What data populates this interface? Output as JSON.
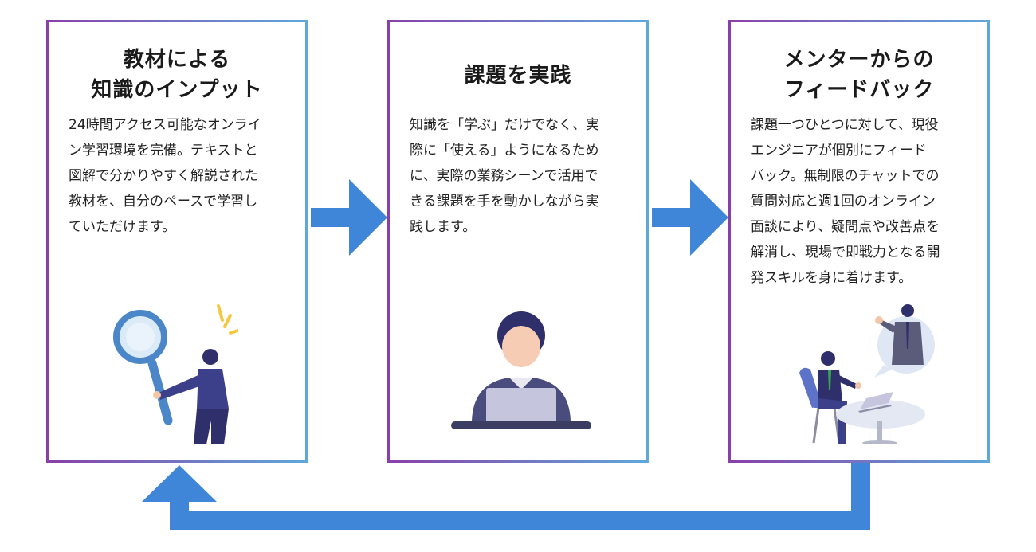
{
  "cards": [
    {
      "title_lines": [
        "教材による",
        "知識のインプット"
      ],
      "body": "24時間アクセス可能なオンライ\nン学習環境を完備。テキストと\n図解で分かりやすく解説された\n教材を、自分のペースで学習し\nていただけます。",
      "illustration": "magnifier-person-illustration"
    },
    {
      "title_lines": [
        "課題を実践"
      ],
      "body": "知識を「学ぶ」だけでなく、実\n際に「使える」ようになるため\nに、実際の業務シーンで活用で\nきる課題を手を動かしながら実\n践します。",
      "illustration": "laptop-person-illustration"
    },
    {
      "title_lines": [
        "メンターからの",
        "フィードバック"
      ],
      "body": "課題一つひとつに対して、現役\nエンジニアが個別にフィード\nバック。無制限のチャットでの\n質問対応と週1回のオンライン\n面談により、疑問点や改善点を\n解消し、現場で即戦力となる開\n発スキルを身に着けます。",
      "illustration": "mentor-meeting-illustration"
    }
  ],
  "colors": {
    "arrow": "#3f86d9",
    "border_start": "#8a3fa8",
    "border_end": "#5fa8da",
    "suit": "#3c3f8a",
    "accent_yellow": "#f5c842"
  },
  "icons": {
    "forward_arrow": "right-arrow-icon",
    "loop_arrow": "loop-back-arrow-icon"
  }
}
